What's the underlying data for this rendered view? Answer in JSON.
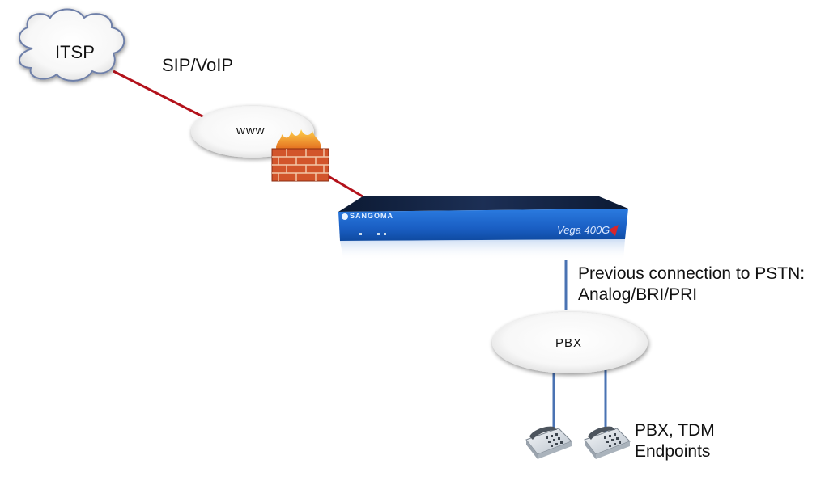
{
  "diagram": {
    "nodes": {
      "itsp": {
        "label": "ITSP"
      },
      "internet": {
        "label": "www"
      },
      "firewall": {
        "icon": "firewall-icon"
      },
      "gateway": {
        "brand": "SANGOMA",
        "model": "Vega 400G",
        "icon": "gateway-device-icon"
      },
      "pbx": {
        "label": "PBX"
      },
      "endpoints": {
        "label_line1": "PBX, TDM",
        "label_line2": "Endpoints",
        "icon": "desk-phone-icon",
        "count": 2
      }
    },
    "connections": {
      "sip": {
        "label": "SIP/VoIP",
        "color": "#b3121b"
      },
      "pstn": {
        "label_line1": "Previous connection to PSTN:",
        "label_line2": "Analog/BRI/PRI",
        "color": "#4a73b3"
      },
      "phones": {
        "color": "#4a73b3"
      }
    },
    "colors": {
      "device_blue": "#1f63c9",
      "sip_line": "#b3121b",
      "tdm_line": "#4a73b3",
      "firewall_brick": "#d2552b",
      "flame": "#f0a020"
    }
  }
}
